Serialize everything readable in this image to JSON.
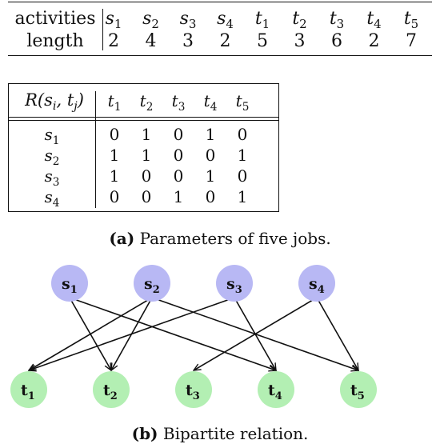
{
  "table1": {
    "row_labels": [
      "activities",
      "length"
    ],
    "activities": [
      "s1",
      "s2",
      "s3",
      "s4",
      "t1",
      "t2",
      "t3",
      "t4",
      "t5"
    ],
    "lengths": [
      "2",
      "4",
      "3",
      "2",
      "5",
      "3",
      "6",
      "2",
      "7"
    ]
  },
  "table2": {
    "header_corner": "R(si, tj)",
    "columns": [
      "t1",
      "t2",
      "t3",
      "t4",
      "t5"
    ],
    "rows": [
      {
        "label": "s1",
        "values": [
          "0",
          "1",
          "0",
          "1",
          "0"
        ]
      },
      {
        "label": "s2",
        "values": [
          "1",
          "1",
          "0",
          "0",
          "1"
        ]
      },
      {
        "label": "s3",
        "values": [
          "1",
          "0",
          "0",
          "1",
          "0"
        ]
      },
      {
        "label": "s4",
        "values": [
          "0",
          "0",
          "1",
          "0",
          "1"
        ]
      }
    ]
  },
  "caption_a": {
    "tag": "(a)",
    "text": "Parameters of five jobs."
  },
  "caption_b": {
    "tag": "(b)",
    "text": "Bipartite relation."
  },
  "graph": {
    "source_nodes": [
      "s1",
      "s2",
      "s3",
      "s4"
    ],
    "target_nodes": [
      "t1",
      "t2",
      "t3",
      "t4",
      "t5"
    ],
    "edges": [
      [
        "s1",
        "t2"
      ],
      [
        "s1",
        "t4"
      ],
      [
        "s2",
        "t1"
      ],
      [
        "s2",
        "t2"
      ],
      [
        "s2",
        "t5"
      ],
      [
        "s3",
        "t1"
      ],
      [
        "s3",
        "t4"
      ],
      [
        "s4",
        "t3"
      ],
      [
        "s4",
        "t5"
      ]
    ],
    "colors": {
      "source_fill": "#b8b8f4",
      "target_fill": "#b3efb3",
      "edge": "#111111"
    }
  }
}
